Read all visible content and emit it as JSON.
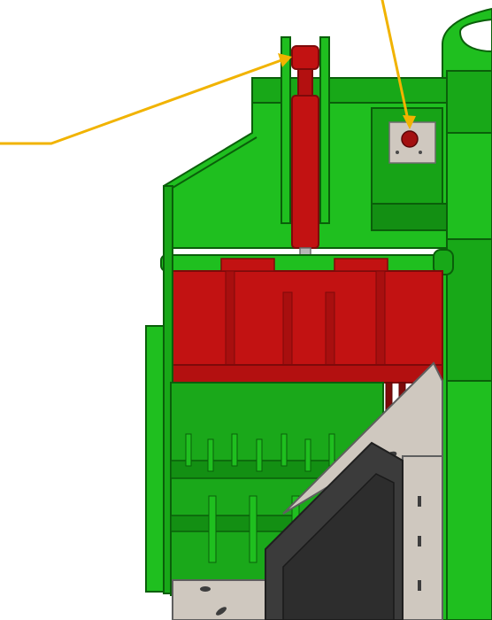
{
  "colors": {
    "background": "#ffffff",
    "frame_green": "#1fbf1f",
    "frame_green_dark": "#0f7f0f",
    "frame_green_shadow": "#0a5f0a",
    "rake_red": "#c21212",
    "rake_red_dark": "#7e0a0a",
    "rod_gray": "#b7b7b7",
    "plate_beige": "#cfc8bf",
    "chute_dark": "#3b3b3b",
    "callout_arrow": "#f1b300",
    "indicator_knob": "#a31010"
  },
  "callouts": [
    {
      "target": "hydraulic-cylinder-top-mount",
      "icon": "arrow"
    },
    {
      "target": "indicator-knob",
      "icon": "arrow"
    }
  ]
}
